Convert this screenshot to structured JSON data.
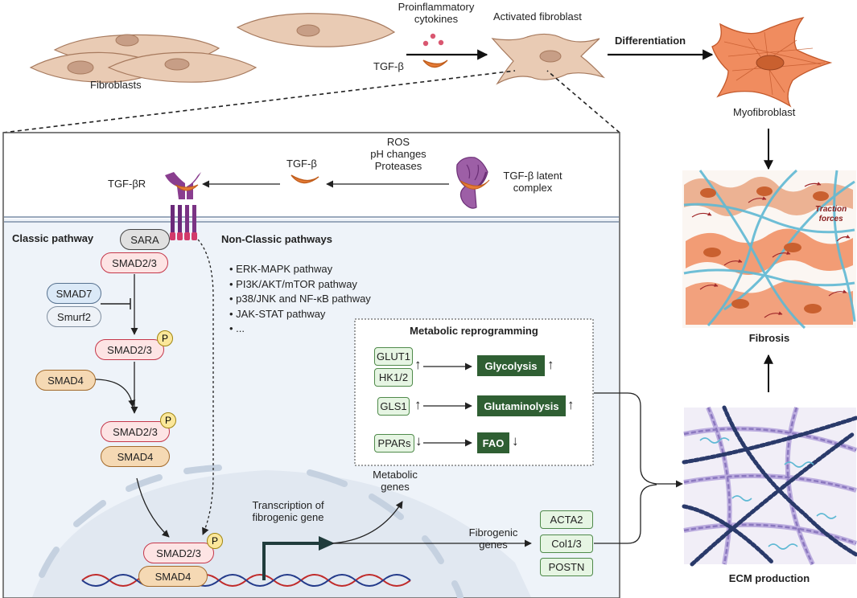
{
  "top": {
    "fibroblasts": "Fibroblasts",
    "proinflammatory": "Proinflammatory\ncytokines",
    "tgfb": "TGF-β",
    "activated": "Activated fibroblast",
    "differentiation": "Differentiation",
    "myofibroblast": "Myofibroblast"
  },
  "cell": {
    "ros": "ROS\npH changes\nProteases",
    "tgfb": "TGF-β",
    "latent": "TGF-β latent\ncomplex",
    "receptor": "TGF-βR",
    "classic": "Classic pathway",
    "nonclassic": "Non-Classic pathways",
    "nonclassic_items": [
      "ERK-MAPK pathway",
      "PI3K/AKT/mTOR pathway",
      "p38/JNK and NF-κB pathway",
      "JAK-STAT pathway",
      "..."
    ],
    "sara": "SARA",
    "smad23": "SMAD2/3",
    "smad7": "SMAD7",
    "smurf2": "Smurf2",
    "smad4": "SMAD4",
    "p": "P",
    "transcription": "Transcription of\nfibrogenic gene",
    "metabolic_genes": "Metabolic\ngenes",
    "fibrogenic_genes": "Fibrogenic\ngenes",
    "fib_genes": [
      "ACTA2",
      "Col1/3",
      "POSTN"
    ]
  },
  "metabolic": {
    "title": "Metabolic reprogramming",
    "glut1": "GLUT1",
    "hk12": "HK1/2",
    "gls1": "GLS1",
    "ppars": "PPARs",
    "glycolysis": "Glycolysis",
    "glutaminolysis": "Glutaminolysis",
    "fao": "FAO"
  },
  "right": {
    "traction": "Traction\nforces",
    "fibrosis": "Fibrosis",
    "ecm": "ECM production"
  },
  "arrows": {
    "up": "↑",
    "down": "↓"
  },
  "colors": {
    "cell_fill": "#e9cbb4",
    "myo_fill": "#f08c5f",
    "dark_green": "#2f5f33",
    "smad23_border": "#c5374a",
    "smad4_fill": "#f5d9b4",
    "fiber_cyan": "#5fb9d4",
    "collagen_purple": "#9b87c8"
  }
}
